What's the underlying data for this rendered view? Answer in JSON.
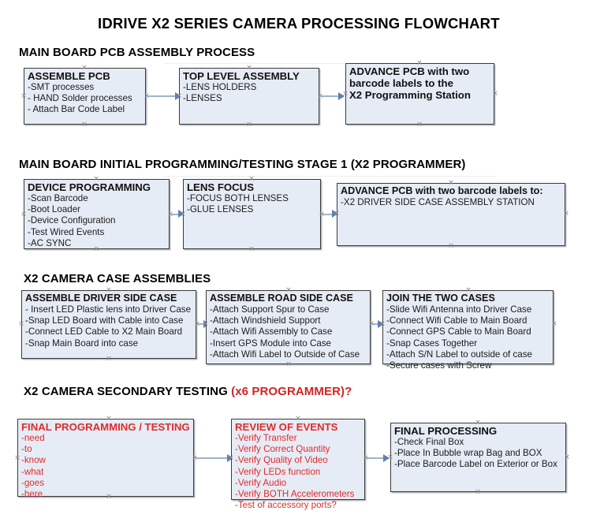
{
  "title": "IDRIVE X2  SERIES CAMERA PROCESSING FLOWCHART",
  "colors": {
    "node_fill": "#e6ecf5",
    "node_border": "#3a3a3a",
    "connector": "#9fb4c9",
    "arrow": "#5f7fb0",
    "red_text": "#e02b2b",
    "black_text": "#000000"
  },
  "sections": [
    {
      "heading": "MAIN BOARD PCB ASSEMBLY PROCESS",
      "heading_red": "",
      "nodes": [
        {
          "header": "ASSEMBLE PCB",
          "items": [
            "-SMT processes",
            "- HAND Solder processes",
            "- Attach Bar Code Label"
          ]
        },
        {
          "header": "TOP LEVEL ASSEMBLY",
          "items": [
            "-LENS HOLDERS",
            "-LENSES"
          ]
        },
        {
          "header": "ADVANCE PCB with two",
          "items": [
            "barcode labels to the",
            " X2 Programming Station"
          ]
        }
      ]
    },
    {
      "heading": "MAIN BOARD INITIAL PROGRAMMING/TESTING STAGE 1 (X2 PROGRAMMER)",
      "heading_red": "",
      "nodes": [
        {
          "header": "DEVICE PROGRAMMING",
          "items": [
            "-Scan Barcode",
            "-Boot Loader",
            "-Device Configuration",
            "-Test Wired Events",
            "-AC SYNC"
          ]
        },
        {
          "header": "LENS FOCUS",
          "items": [
            "-FOCUS BOTH LENSES",
            "-GLUE LENSES"
          ]
        },
        {
          "header": "ADVANCE PCB with two barcode labels to:",
          "items": [
            "-X2 DRIVER  SIDE  CASE  ASSEMBLY STATION"
          ]
        }
      ]
    },
    {
      "heading": "X2 CAMERA CASE ASSEMBLIES",
      "heading_red": "",
      "nodes": [
        {
          "header": "ASSEMBLE DRIVER SIDE CASE",
          "items": [
            "- Insert LED Plastic lens into Driver Case",
            "-Snap LED Board with Cable into Case",
            "-Connect LED Cable to X2 Main Board",
            "-Snap Main Board into case"
          ]
        },
        {
          "header": "ASSEMBLE ROAD SIDE CASE",
          "items": [
            "-Attach Support Spur to Case",
            "-Attach Windshield Support",
            "-Attach Wifi Assembly to Case",
            "-Insert GPS Module into Case",
            "-Attach Wifi Label to Outside of Case"
          ]
        },
        {
          "header": "JOIN THE TWO CASES",
          "items": [
            "-Slide Wifi Antenna into Driver Case",
            "-Connect Wifi Cable to Main Board",
            "-Connect GPS Cable to Main Board",
            "-Snap Cases Together",
            "-Attach S/N Label to outside of case",
            "-Secure cases with Screw"
          ]
        }
      ]
    },
    {
      "heading": "X2 CAMERA SECONDARY TESTING ",
      "heading_red": "(x6 PROGRAMMER)?",
      "nodes": [
        {
          "header": "FINAL PROGRAMMING / TESTING",
          "items": [
            "-need",
            "-to",
            "-know",
            "-what",
            "-goes",
            "-here"
          ]
        },
        {
          "header": "REVIEW OF EVENTS",
          "items": [
            "-Verify Transfer",
            "-Verify Correct Quantity",
            "-Verify Quality of Video",
            "-Verify LEDs function",
            "-Verify Audio",
            "-Verify BOTH Accelerometers",
            "-Test of accessory ports?"
          ]
        },
        {
          "header": "FINAL PROCESSING",
          "items": [
            "-Check Final Box",
            "-Place In Bubble wrap Bag and BOX",
            "-Place Barcode Label on Exterior or Box"
          ]
        }
      ]
    }
  ]
}
